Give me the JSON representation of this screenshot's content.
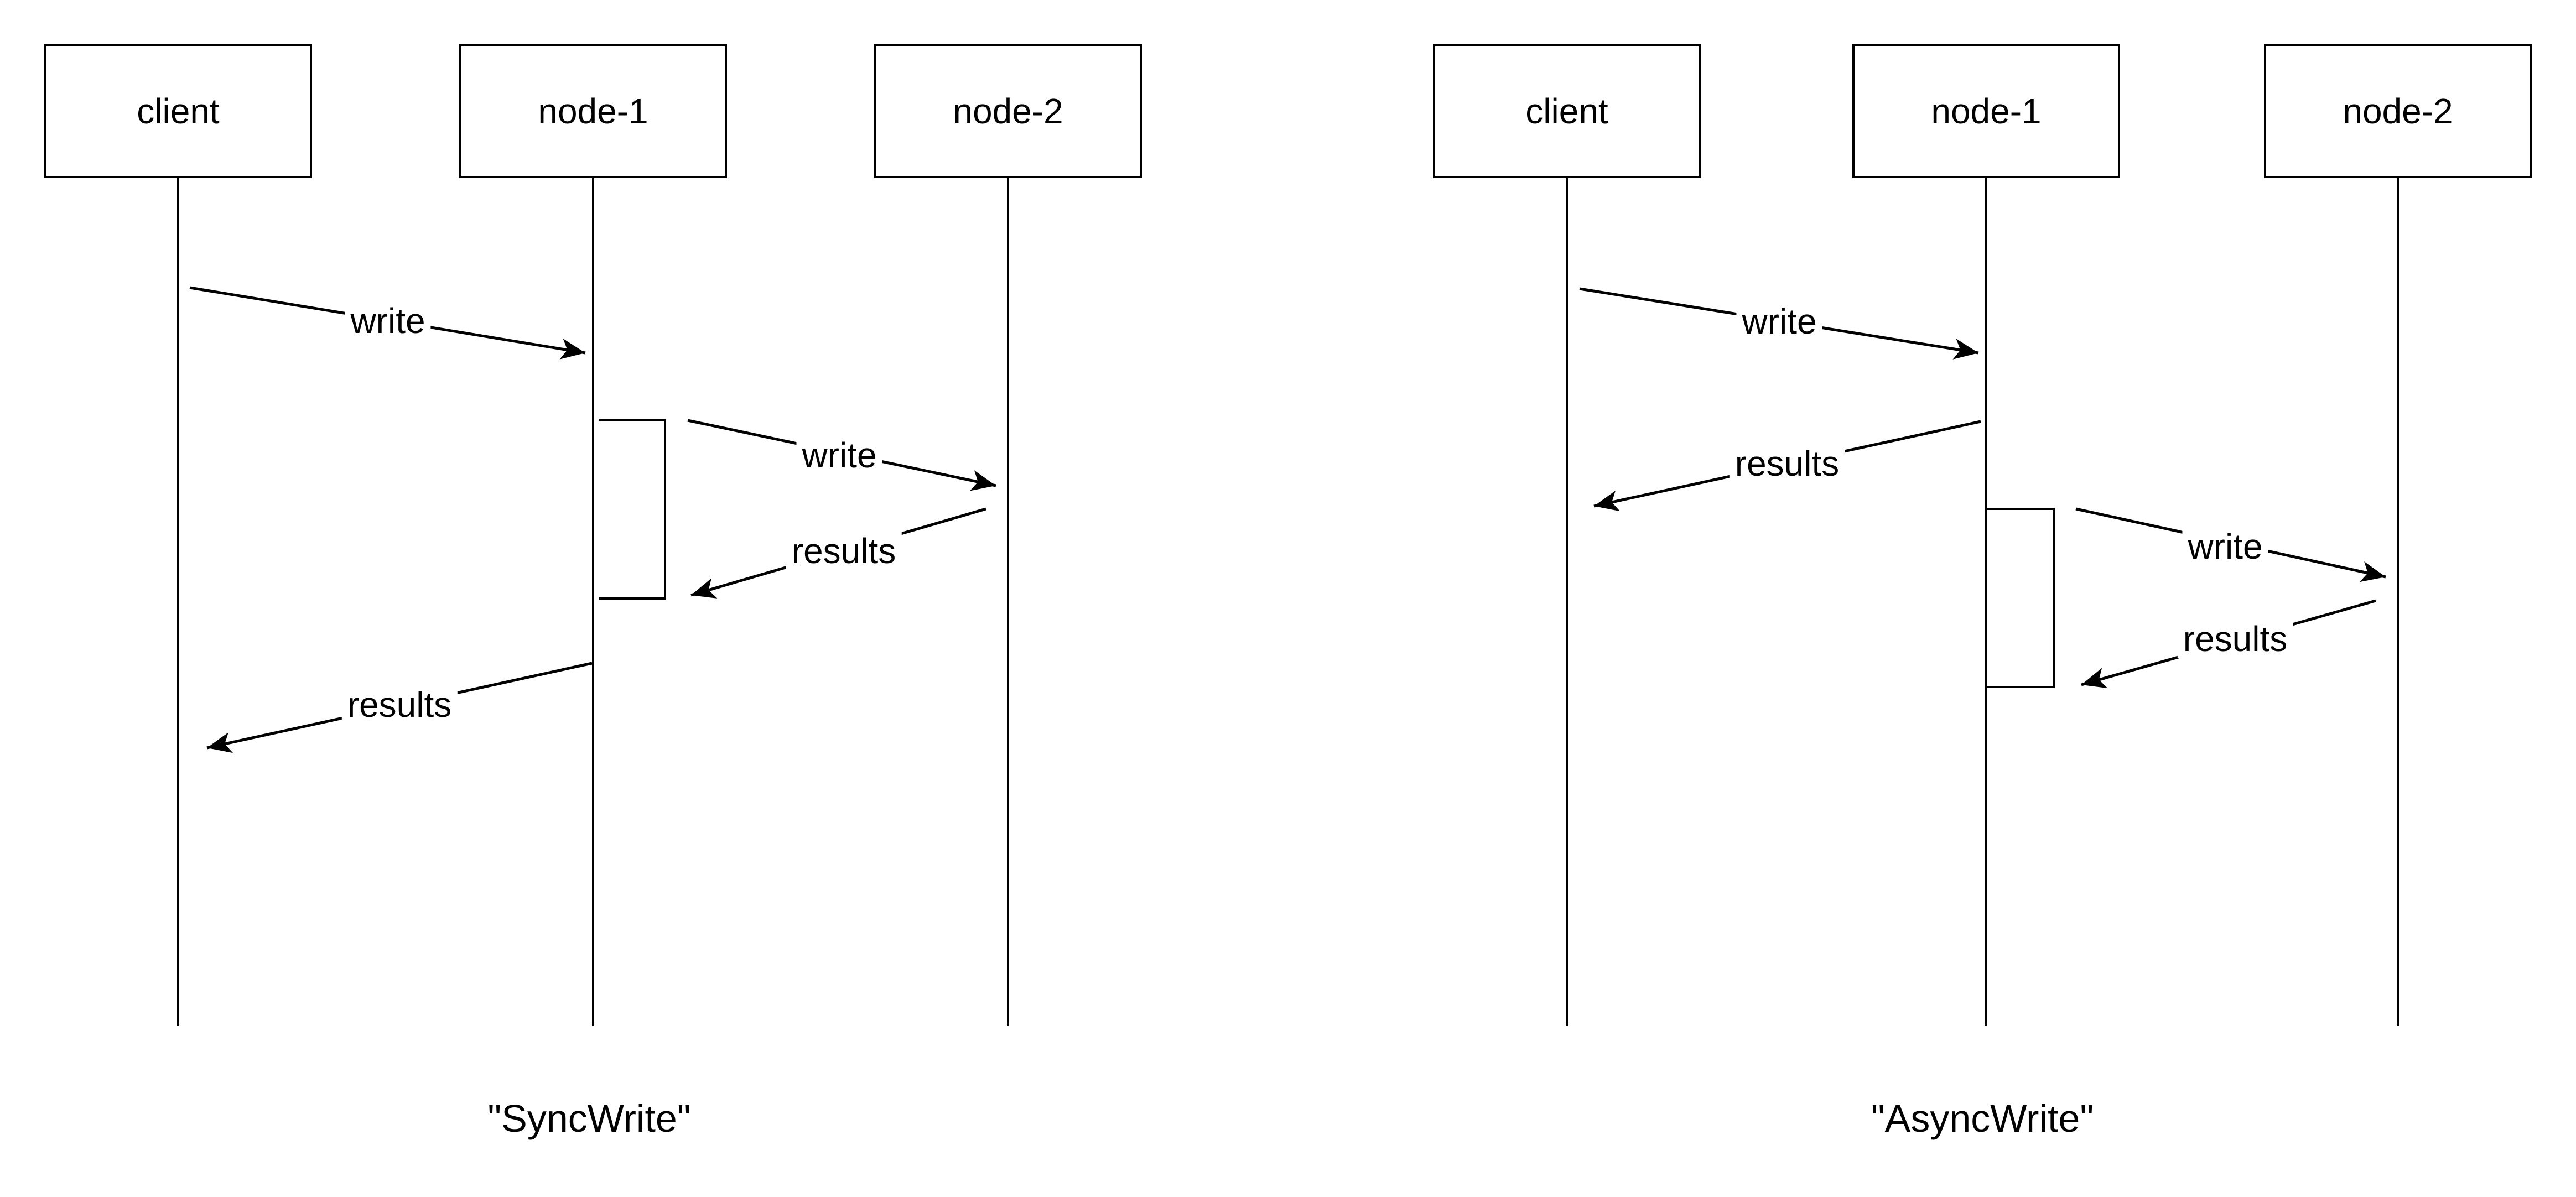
{
  "colors": {
    "stroke": "#000000",
    "background": "#ffffff",
    "actor_fill": "#ffffff"
  },
  "diagrams": [
    {
      "caption": "\"SyncWrite\"",
      "actors": [
        "client",
        "node-1",
        "node-2"
      ],
      "messages": [
        {
          "label": "write",
          "from": "client",
          "to": "node-1"
        },
        {
          "label": "write",
          "from": "node-1",
          "to": "node-2"
        },
        {
          "label": "results",
          "from": "node-2",
          "to": "node-1"
        },
        {
          "label": "results",
          "from": "node-1",
          "to": "client"
        }
      ]
    },
    {
      "caption": "\"AsyncWrite\"",
      "actors": [
        "client",
        "node-1",
        "node-2"
      ],
      "messages": [
        {
          "label": "write",
          "from": "client",
          "to": "node-1"
        },
        {
          "label": "results",
          "from": "node-1",
          "to": "client"
        },
        {
          "label": "write",
          "from": "node-1",
          "to": "node-2"
        },
        {
          "label": "results",
          "from": "node-2",
          "to": "node-1"
        }
      ]
    }
  ]
}
